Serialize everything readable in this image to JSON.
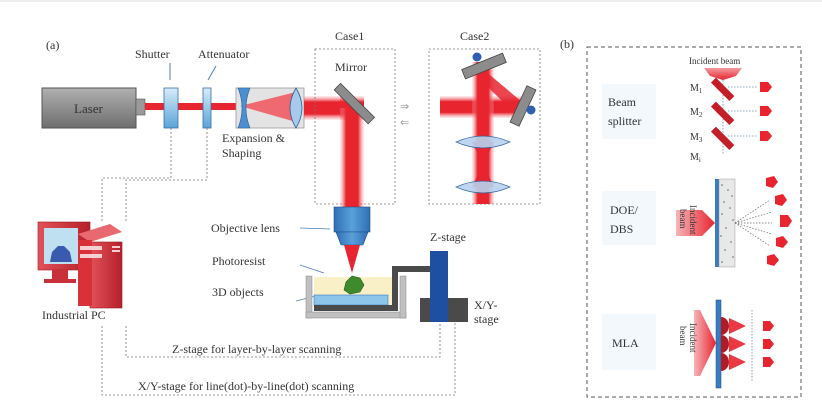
{
  "panel_a": {
    "tag": "(a)",
    "laser": "Laser",
    "shutter": "Shutter",
    "attenuator": "Attenuator",
    "expansion_1": "Expansion &",
    "expansion_2": "Shaping",
    "case1": "Case1",
    "case2": "Case2",
    "mirror": "Mirror",
    "objective_lens": "Objective lens",
    "photoresist": "Photoresist",
    "objects_3d": "3D objects",
    "z_stage": "Z-stage",
    "xy_stage_1": "X/Y-",
    "xy_stage_2": "stage",
    "industrial_pc": "Industrial PC",
    "z_scan": "Z-stage for layer-by-layer scanning",
    "xy_scan": "X/Y-stage for line(dot)-by-line(dot) scanning"
  },
  "panel_b": {
    "tag": "(b)",
    "incident_beam": "Incident beam",
    "beam_splitter_1": "Beam",
    "beam_splitter_2": "splitter",
    "m1": "M",
    "m1_sub": "1",
    "m2": "M",
    "m2_sub": "2",
    "m3": "M",
    "m3_sub": "3",
    "mi": "M",
    "mi_sub": "i",
    "doe_1": "DOE/",
    "doe_2": "DBS",
    "mla": "MLA",
    "incident_1": "Incident",
    "incident_2": "beam"
  },
  "colors": {
    "beam": "#e8242f",
    "optic_blue": "#3a7cc0",
    "stage_blue": "#1f4fa0",
    "gray": "#8a8a8a",
    "pc_red": "#d9313a"
  }
}
